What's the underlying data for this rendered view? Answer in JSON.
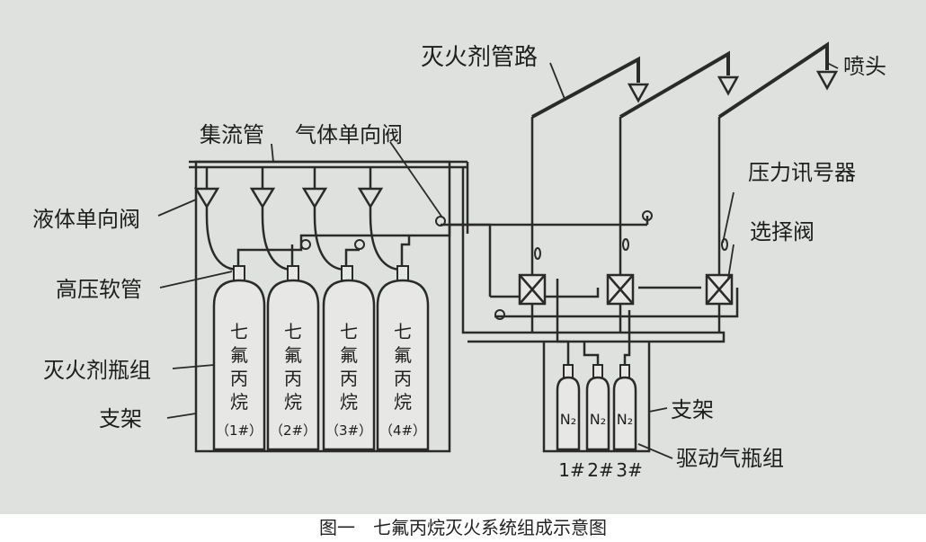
{
  "labels": {
    "agent_pipe": "灭火剂管路",
    "nozzle": "喷头",
    "manifold": "集流管",
    "gas_check_valve": "气体单向阀",
    "pressure_signal": "压力讯号器",
    "liquid_check_valve": "液体单向阀",
    "selector_valve": "选择阀",
    "hp_hose": "高压软管",
    "cylinder_group": "灭火剂瓶组",
    "rack_left": "支架",
    "rack_right": "支架",
    "drive_group": "驱动气瓶组"
  },
  "cylinders": [
    {
      "c1": "七",
      "c2": "氟",
      "c3": "丙",
      "c4": "烷",
      "num": "（1#）"
    },
    {
      "c1": "七",
      "c2": "氟",
      "c3": "丙",
      "c4": "烷",
      "num": "（2#）"
    },
    {
      "c1": "七",
      "c2": "氟",
      "c3": "丙",
      "c4": "烷",
      "num": "（3#）"
    },
    {
      "c1": "七",
      "c2": "氟",
      "c3": "丙",
      "c4": "烷",
      "num": "（4#）"
    }
  ],
  "drive_cylinders": [
    {
      "gas": "N₂",
      "num": "1#"
    },
    {
      "gas": "N₂",
      "num": "2#"
    },
    {
      "gas": "N₂",
      "num": "3#"
    }
  ],
  "caption": "图一　七氟丙烷灭火系统组成示意图",
  "colors": {
    "background": "#dfe1de",
    "line": "#2a2a2a"
  }
}
